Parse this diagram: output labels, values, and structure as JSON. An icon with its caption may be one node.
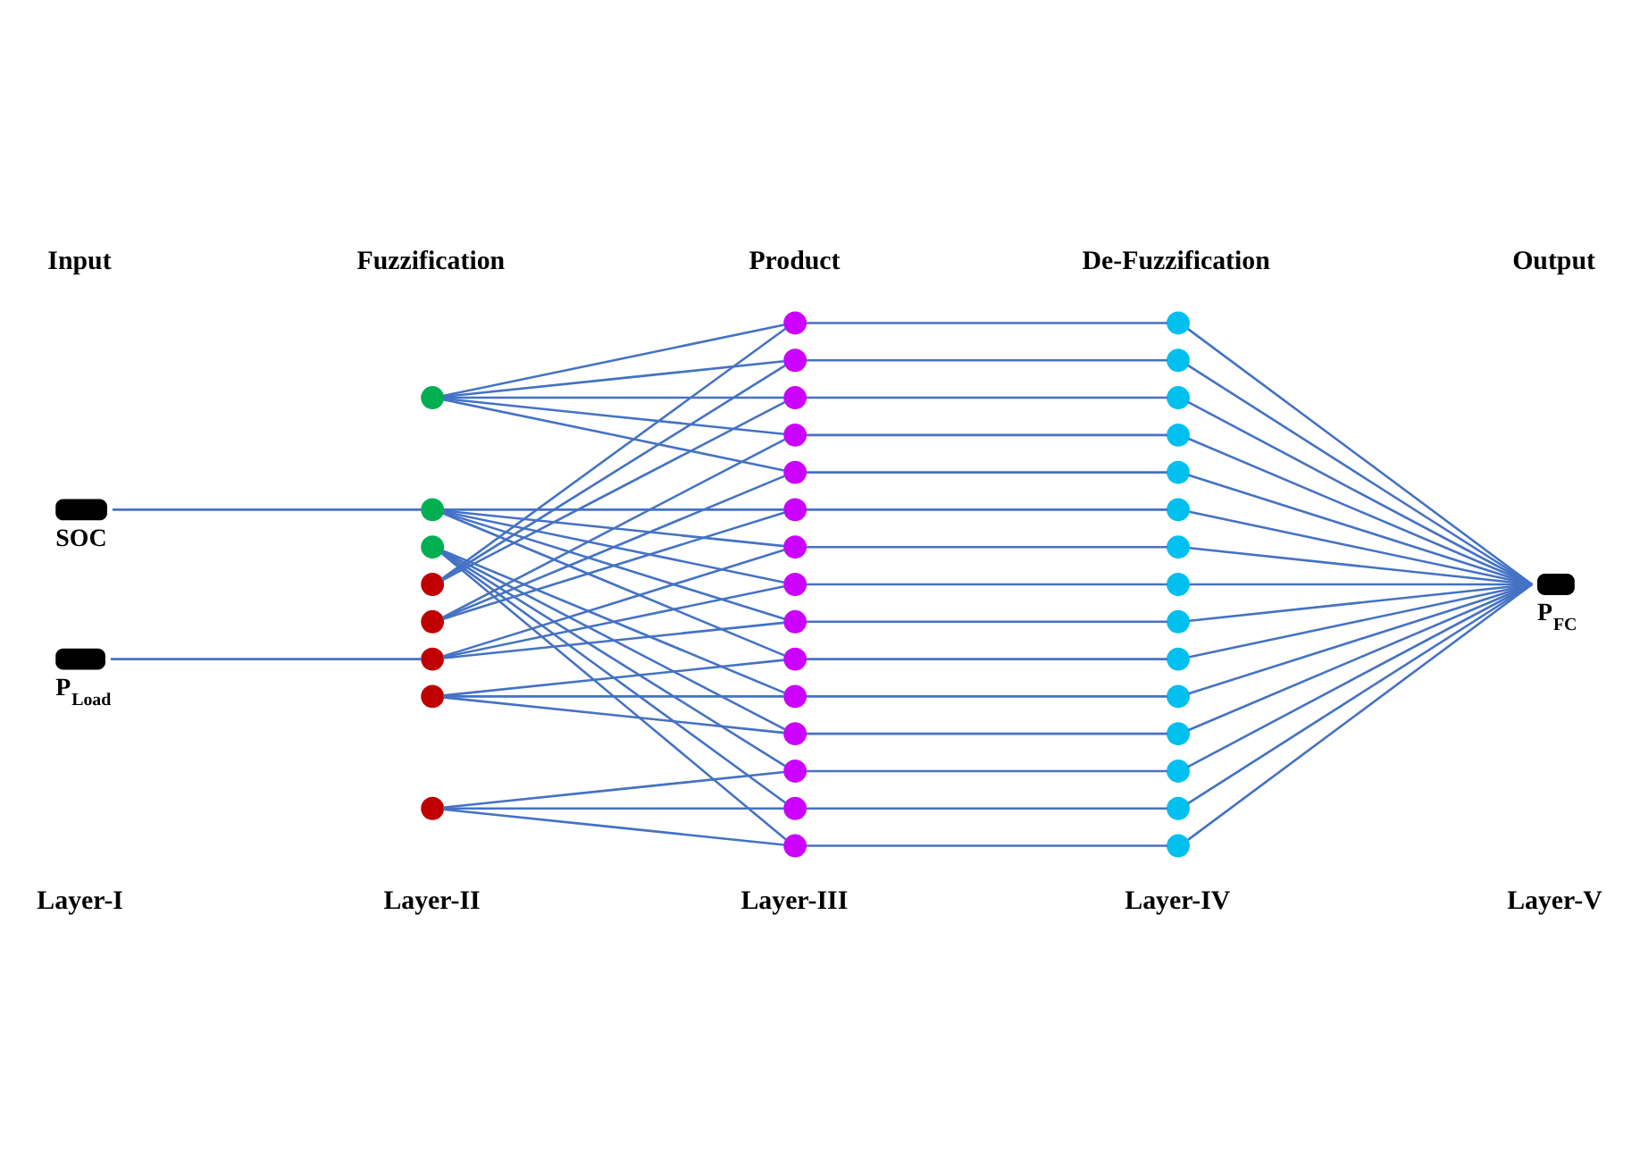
{
  "diagram": {
    "nodes": [
      {
        "text": [
          "SOC"
        ]
      },
      {
        "text": [
          "P$_{Load}$"
        ]
      },
      {
        "text": [],
        "shape": "circle"
      },
      {
        "text": [],
        "shape": "circle"
      },
      {
        "text": [],
        "shape": "circle"
      },
      {
        "text": [],
        "shape": "circle"
      },
      {
        "text": [],
        "shape": "circle"
      },
      {
        "text": [],
        "shape": "circle"
      },
      {
        "text": [],
        "shape": "circle"
      },
      {
        "text": [],
        "shape": "circle"
      },
      {
        "text": [],
        "shape": "circle"
      },
      {
        "text": [],
        "shape": "circle"
      },
      {
        "text": [],
        "shape": "circle"
      },
      {
        "text": [],
        "shape": "circle"
      },
      {
        "text": [],
        "shape": "circle"
      },
      {
        "text": [],
        "shape": "circle"
      },
      {
        "text": [],
        "shape": "circle"
      },
      {
        "text": [],
        "shape": "circle"
      },
      {
        "text": [],
        "shape": "circle"
      },
      {
        "text": [],
        "shape": "circle"
      },
      {
        "text": [],
        "shape": "circle"
      },
      {
        "text": [],
        "shape": "circle"
      },
      {
        "text": [],
        "shape": "circle"
      },
      {
        "text": [],
        "shape": "circle"
      },
      {
        "text": [],
        "shape": "circle"
      },
      {
        "text": [],
        "shape": "circle"
      },
      {
        "text": [],
        "shape": "circle"
      },
      {
        "text": [],
        "shape": "circle"
      },
      {
        "text": [],
        "shape": "circle"
      },
      {
        "text": [],
        "shape": "circle"
      },
      {
        "text": [],
        "shape": "circle"
      },
      {
        "text": [],
        "shape": "circle"
      },
      {
        "text": [],
        "shape": "circle"
      },
      {
        "text": [],
        "shape": "circle"
      },
      {
        "text": [],
        "shape": "circle"
      },
      {
        "text": [],
        "shape": "circle"
      },
      {
        "text": [],
        "shape": "circle"
      },
      {
        "text": [],
        "shape": "circle"
      },
      {
        "text": [],
        "shape": "circle"
      },
      {
        "text": [],
        "shape": "circle"
      },
      {
        "text": [
          "P$_{FC}$"
        ]
      }
    ],
    "edges": [
      {
        "from": 0,
        "to": 3,
        "arrow": "none"
      },
      {
        "from": 1,
        "to": 7,
        "arrow": "none"
      },
      {
        "from": 2,
        "to": 10,
        "arrow": "none"
      },
      {
        "from": 2,
        "to": 11,
        "arrow": "none"
      },
      {
        "from": 2,
        "to": 12,
        "arrow": "none"
      },
      {
        "from": 2,
        "to": 13,
        "arrow": "none"
      },
      {
        "from": 2,
        "to": 14,
        "arrow": "none"
      },
      {
        "from": 3,
        "to": 15,
        "arrow": "none"
      },
      {
        "from": 3,
        "to": 16,
        "arrow": "none"
      },
      {
        "from": 3,
        "to": 17,
        "arrow": "none"
      },
      {
        "from": 3,
        "to": 18,
        "arrow": "none"
      },
      {
        "from": 3,
        "to": 19,
        "arrow": "none"
      },
      {
        "from": 4,
        "to": 20,
        "arrow": "none"
      },
      {
        "from": 4,
        "to": 21,
        "arrow": "none"
      },
      {
        "from": 4,
        "to": 22,
        "arrow": "none"
      },
      {
        "from": 4,
        "to": 23,
        "arrow": "none"
      },
      {
        "from": 4,
        "to": 24,
        "arrow": "none"
      },
      {
        "from": 5,
        "to": 10,
        "arrow": "none"
      },
      {
        "from": 5,
        "to": 11,
        "arrow": "none"
      },
      {
        "from": 5,
        "to": 12,
        "arrow": "none"
      },
      {
        "from": 6,
        "to": 13,
        "arrow": "none"
      },
      {
        "from": 6,
        "to": 14,
        "arrow": "none"
      },
      {
        "from": 6,
        "to": 15,
        "arrow": "none"
      },
      {
        "from": 7,
        "to": 16,
        "arrow": "none"
      },
      {
        "from": 7,
        "to": 17,
        "arrow": "none"
      },
      {
        "from": 7,
        "to": 18,
        "arrow": "none"
      },
      {
        "from": 8,
        "to": 19,
        "arrow": "none"
      },
      {
        "from": 8,
        "to": 20,
        "arrow": "none"
      },
      {
        "from": 8,
        "to": 21,
        "arrow": "none"
      },
      {
        "from": 9,
        "to": 22,
        "arrow": "none"
      },
      {
        "from": 9,
        "to": 23,
        "arrow": "none"
      },
      {
        "from": 9,
        "to": 24,
        "arrow": "none"
      },
      {
        "from": 10,
        "to": 25,
        "arrow": "none"
      },
      {
        "from": 11,
        "to": 26,
        "arrow": "none"
      },
      {
        "from": 12,
        "to": 27,
        "arrow": "none"
      },
      {
        "from": 13,
        "to": 28,
        "arrow": "none"
      },
      {
        "from": 14,
        "to": 29,
        "arrow": "none"
      },
      {
        "from": 15,
        "to": 30,
        "arrow": "none"
      },
      {
        "from": 16,
        "to": 31,
        "arrow": "none"
      },
      {
        "from": 17,
        "to": 32,
        "arrow": "none"
      },
      {
        "from": 18,
        "to": 33,
        "arrow": "none"
      },
      {
        "from": 19,
        "to": 34,
        "arrow": "none"
      },
      {
        "from": 20,
        "to": 35,
        "arrow": "none"
      },
      {
        "from": 21,
        "to": 36,
        "arrow": "none"
      },
      {
        "from": 22,
        "to": 37,
        "arrow": "none"
      },
      {
        "from": 23,
        "to": 38,
        "arrow": "none"
      },
      {
        "from": 24,
        "to": 39,
        "arrow": "none"
      },
      {
        "from": 25,
        "to": 40,
        "arrow": "none"
      },
      {
        "from": 26,
        "to": 40,
        "arrow": "none"
      },
      {
        "from": 27,
        "to": 40,
        "arrow": "none"
      },
      {
        "from": 28,
        "to": 40,
        "arrow": "none"
      },
      {
        "from": 29,
        "to": 40,
        "arrow": "none"
      },
      {
        "from": 30,
        "to": 40,
        "arrow": "none"
      },
      {
        "from": 31,
        "to": 40,
        "arrow": "none"
      },
      {
        "from": 32,
        "to": 40,
        "arrow": "none"
      },
      {
        "from": 33,
        "to": 40,
        "arrow": "none"
      },
      {
        "from": 34,
        "to": 40,
        "arrow": "none"
      },
      {
        "from": 35,
        "to": 40,
        "arrow": "none"
      },
      {
        "from": 36,
        "to": 40,
        "arrow": "none"
      },
      {
        "from": 37,
        "to": 40,
        "arrow": "none"
      },
      {
        "from": 38,
        "to": 40,
        "arrow": "none"
      },
      {
        "from": 39,
        "to": 40,
        "arrow": "none"
      }
    ],
    "labels": [
      "Input",
      "Fuzzification",
      "Product",
      "De-Fuzzification",
      "Output",
      "Layer-I",
      "Layer-II",
      "Layer-III",
      "Layer-IV",
      "Layer-V"
    ]
  }
}
